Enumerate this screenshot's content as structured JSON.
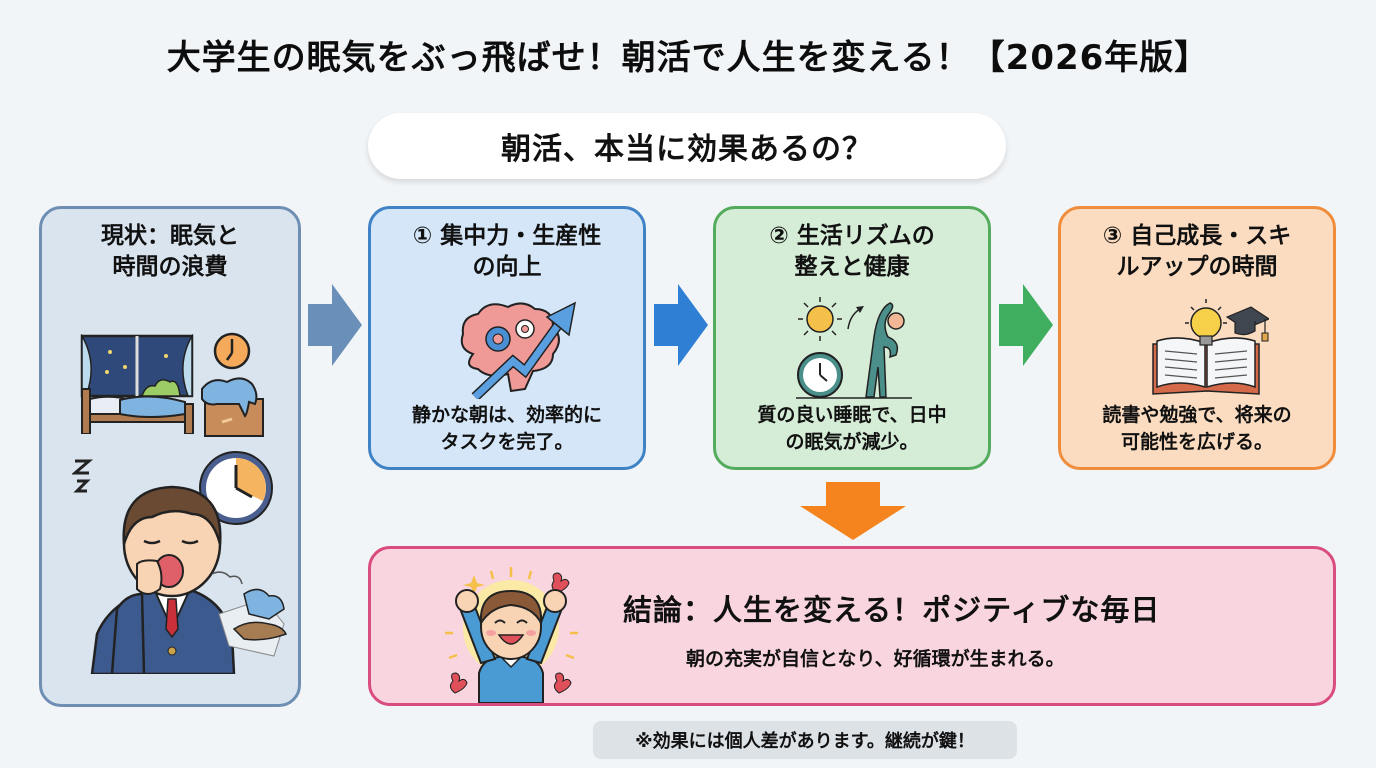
{
  "header": {
    "title": "大学生の眠気をぶっ飛ばせ！朝活で人生を変える！【2026年版】",
    "question": "朝活、本当に効果あるの？"
  },
  "current_state": {
    "title_line1": "現状：眠気と",
    "title_line2": "時間の浪費",
    "icons": [
      "bedroom-night-icon",
      "wall-clock-icon",
      "messy-clothes-icon",
      "yawning-student-icon",
      "zzz-icon",
      "clock-icon",
      "scattered-papers-icon"
    ]
  },
  "benefits": [
    {
      "number": "①",
      "title_line1": "① 集中力・生産性",
      "title_line2": "の向上",
      "desc_line1": "静かな朝は、効率的に",
      "desc_line2": "タスクを完了。",
      "icon": "brain-growth-icon",
      "color": "#3f82c6",
      "bg": "#d4e6f8"
    },
    {
      "number": "②",
      "title_line1": "② 生活リズムの",
      "title_line2": "整えと健康",
      "desc_line1": "質の良い睡眠で、日中",
      "desc_line2": "の眠気が減少。",
      "icon": "sun-clock-stretch-icon",
      "color": "#54ab5e",
      "bg": "#d5ecd6"
    },
    {
      "number": "③",
      "title_line1": "③ 自己成長・スキ",
      "title_line2": "ルアップの時間",
      "desc_line1": "読書や勉強で、将来の",
      "desc_line2": "可能性を広げる。",
      "icon": "book-bulb-cap-icon",
      "color": "#ef8d3d",
      "bg": "#fbdcc0"
    }
  ],
  "arrows": {
    "colors": [
      "#6a8fb8",
      "#2f7fd4",
      "#3fae5e",
      "#f5841f"
    ]
  },
  "conclusion": {
    "title": "結論：人生を変える！ポジティブな毎日",
    "subtitle": "朝の充実が自信となり、好循環が生まれる。",
    "icon": "happy-student-icon",
    "color": "#d94c7f",
    "bg": "#f9d5df"
  },
  "footnote": "※効果には個人差があります。継続が鍵！"
}
